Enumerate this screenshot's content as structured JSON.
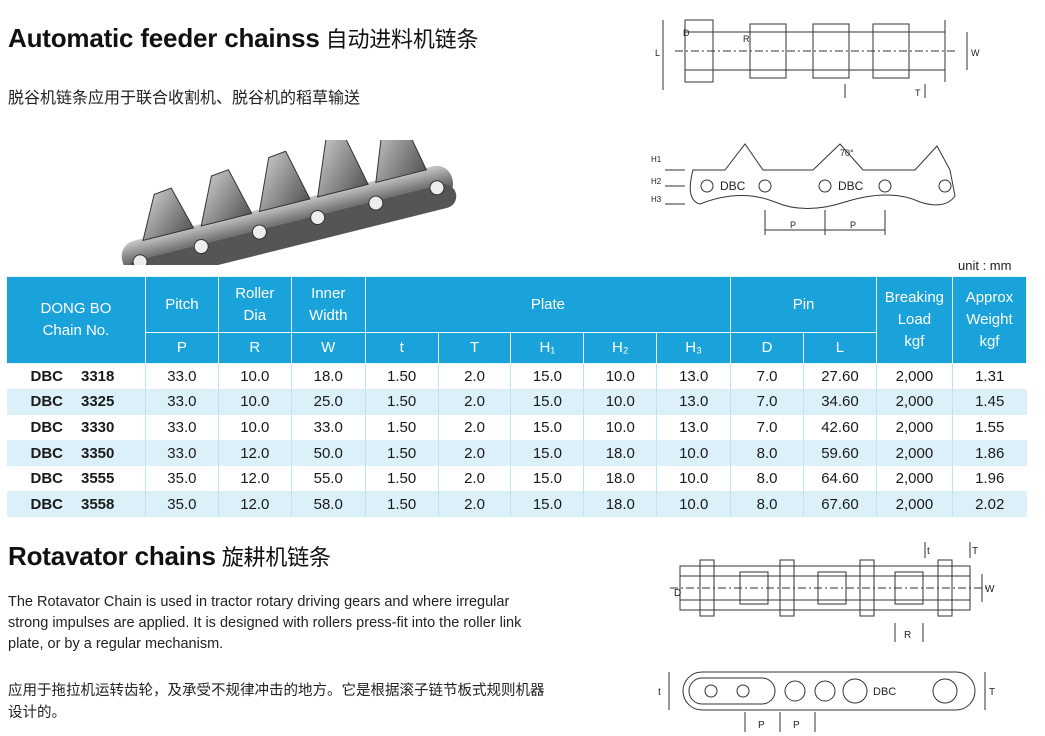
{
  "section1": {
    "title_en": "Automatic feeder chainss",
    "title_cn": "自动进料机链条",
    "subtitle": "脱谷机链条应用于联合收割机、脱谷机的稻草输送"
  },
  "drawing_labels": {
    "d": "D",
    "r": "R",
    "l": "L",
    "w": "W",
    "t": "T",
    "t2": "t",
    "h1": "H1",
    "h2": "H2",
    "h3": "H3",
    "angle": "70°",
    "brand": "DBC",
    "p": "P"
  },
  "unit": "unit : mm",
  "table": {
    "headers": {
      "chain_no": "DONG BO Chain No.",
      "pitch": "Pitch",
      "roller": "Roller Dia",
      "inner": "Inner Width",
      "plate": "Plate",
      "pin": "Pin",
      "breaking": "Breaking Load",
      "weight": "Approx Weight"
    },
    "subheaders": {
      "p": "P",
      "r": "R",
      "w": "W",
      "t": "t",
      "T": "T",
      "h1": "H₁",
      "h2": "H₂",
      "h3": "H₃",
      "d": "D",
      "l": "L",
      "kgf1": "kgf",
      "kgf2": "kgf"
    },
    "rows": [
      {
        "prefix": "DBC",
        "num": "3318",
        "p": "33.0",
        "r": "10.0",
        "w": "18.0",
        "t": "1.50",
        "T": "2.0",
        "h1": "15.0",
        "h2": "10.0",
        "h3": "13.0",
        "d": "7.0",
        "l": "27.60",
        "load": "2,000",
        "weight": "1.31"
      },
      {
        "prefix": "DBC",
        "num": "3325",
        "p": "33.0",
        "r": "10.0",
        "w": "25.0",
        "t": "1.50",
        "T": "2.0",
        "h1": "15.0",
        "h2": "10.0",
        "h3": "13.0",
        "d": "7.0",
        "l": "34.60",
        "load": "2,000",
        "weight": "1.45"
      },
      {
        "prefix": "DBC",
        "num": "3330",
        "p": "33.0",
        "r": "10.0",
        "w": "33.0",
        "t": "1.50",
        "T": "2.0",
        "h1": "15.0",
        "h2": "10.0",
        "h3": "13.0",
        "d": "7.0",
        "l": "42.60",
        "load": "2,000",
        "weight": "1.55"
      },
      {
        "prefix": "DBC",
        "num": "3350",
        "p": "33.0",
        "r": "12.0",
        "w": "50.0",
        "t": "1.50",
        "T": "2.0",
        "h1": "15.0",
        "h2": "18.0",
        "h3": "10.0",
        "d": "8.0",
        "l": "59.60",
        "load": "2,000",
        "weight": "1.86"
      },
      {
        "prefix": "DBC",
        "num": "3555",
        "p": "35.0",
        "r": "12.0",
        "w": "55.0",
        "t": "1.50",
        "T": "2.0",
        "h1": "15.0",
        "h2": "18.0",
        "h3": "10.0",
        "d": "8.0",
        "l": "64.60",
        "load": "2,000",
        "weight": "1.96"
      },
      {
        "prefix": "DBC",
        "num": "3558",
        "p": "35.0",
        "r": "12.0",
        "w": "58.0",
        "t": "1.50",
        "T": "2.0",
        "h1": "15.0",
        "h2": "18.0",
        "h3": "10.0",
        "d": "8.0",
        "l": "67.60",
        "load": "2,000",
        "weight": "2.02"
      }
    ]
  },
  "section2": {
    "title_en": "Rotavator chains",
    "title_cn": "旋耕机链条",
    "para_en": "The Rotavator Chain is used in tractor rotary driving gears and where irregular strong impulses are applied. It is designed with rollers press-fit into the roller link plate, or by a regular mechanism.",
    "para_cn": "应用于拖拉机运转齿轮，及承受不规律冲击的地方。它是根据滚子链节板式规则机器设计的。"
  },
  "colors": {
    "header_blue": "#1aa3db",
    "row_alt": "#dcf0fa"
  }
}
